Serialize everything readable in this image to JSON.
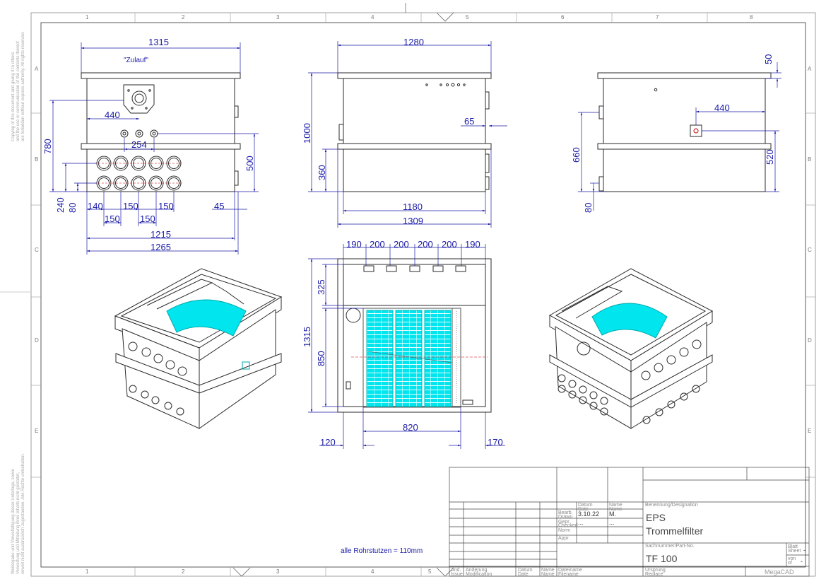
{
  "grid": {
    "cols": [
      "1",
      "2",
      "3",
      "4",
      "5",
      "6",
      "7",
      "8"
    ],
    "rows": [
      "A",
      "B",
      "C",
      "D",
      "E"
    ]
  },
  "side_notes": {
    "top": [
      "Copying of this document and giving it to others",
      "and the use or communication of the contents thereof",
      "are forbidden without express authority. All rights reserved."
    ],
    "bottom": [
      "Weitergabe und Vervielfältigung dieser Unterlage, sowie",
      "Verwertung und Mitteilung ihres Inhalts nicht gestattet,",
      "soweit nicht ausdrücklich zugestanden. Alle Rechte vorbehalten."
    ]
  },
  "front_view": {
    "inlet_label": "\"Zulauf\"",
    "dims": {
      "width_top": "1315",
      "inlet_offset": "440",
      "pipe_spacing": "254",
      "h_780": "780",
      "h_500": "500",
      "h_240": "240",
      "h_80": "80",
      "d_140": "140",
      "d_150a": "150",
      "d_150b": "150",
      "d_150c": "150",
      "d_150d": "150",
      "d_45": "45",
      "w_1215": "1215",
      "w_1265": "1265"
    }
  },
  "side_view": {
    "dims": {
      "w_1280": "1280",
      "h_1000": "1000",
      "h_360": "360",
      "d_65": "65",
      "w_1180": "1180",
      "w_1309": "1309"
    }
  },
  "back_view": {
    "dims": {
      "d_50": "50",
      "d_440": "440",
      "h_660": "660",
      "h_520": "520",
      "h_80": "80"
    }
  },
  "top_view": {
    "dims": {
      "top_spacings": [
        "190",
        "200",
        "200",
        "200",
        "200",
        "190"
      ],
      "h_325": "325",
      "h_1315": "1315",
      "h_850": "850",
      "w_820": "820",
      "d_120": "120",
      "d_170": "170"
    }
  },
  "note": "alle Rohrstutzen =  110mm",
  "title_block": {
    "col_headers": {
      "datum": "Datum",
      "date": "Date",
      "name": "Name",
      "name_en": "Name"
    },
    "rows": [
      {
        "label": "Bearb.",
        "label_en": "Drawn",
        "date": "3.10.22",
        "name": "M."
      },
      {
        "label": "Gepr.",
        "label_en": "Checked",
        "date": "...",
        "name": "..."
      },
      {
        "label": "Norm",
        "label_en": "",
        "date": "",
        "name": ""
      },
      {
        "label": "Appr.",
        "label_en": "",
        "date": "",
        "name": ""
      }
    ],
    "designation_label": "Benennung/Designation",
    "designation_line1": "EPS",
    "designation_line2": "Trommelfilter",
    "part_no_label": "Sachnummer/Part-No.",
    "part_no": "TF 100",
    "origin_label": "Ursprung",
    "origin_en": "Replace",
    "sheet_label": "Blatt",
    "sheet_en": "Sheet",
    "sheet_value": "-",
    "of_label": "von",
    "of_en": "of",
    "of_value": "-",
    "revision_cols": [
      "Änd.",
      "Änderung",
      "Datum",
      "Name",
      "Dateiname"
    ],
    "revision_cols_en": [
      "Issue",
      "Modification",
      "Date",
      "Name",
      "Filename"
    ],
    "software": "MegaCAD"
  },
  "colors": {
    "dim": "#1a1aa8",
    "line": "#2b2b2b",
    "drum": "#00e5ee",
    "frame": "#555555"
  }
}
